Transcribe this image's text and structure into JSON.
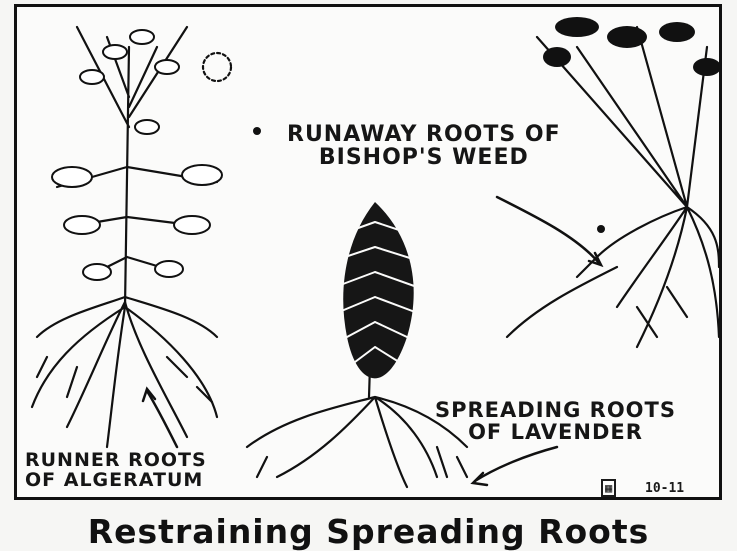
{
  "labels": {
    "bishop_line1": "RUNAWAY ROOTS OF",
    "bishop_line2": "BISHOP'S WEED",
    "lavender_line1": "SPREADING ROOTS",
    "lavender_line2": "OF LAVENDER",
    "algeratum_line1": "RUNNER ROOTS",
    "algeratum_line2": "OF ALGERATUM"
  },
  "marks": {
    "date": "10-11"
  },
  "caption": "Restraining Spreading Roots",
  "colors": {
    "ink": "#111111",
    "paper": "#fbfbfa"
  }
}
